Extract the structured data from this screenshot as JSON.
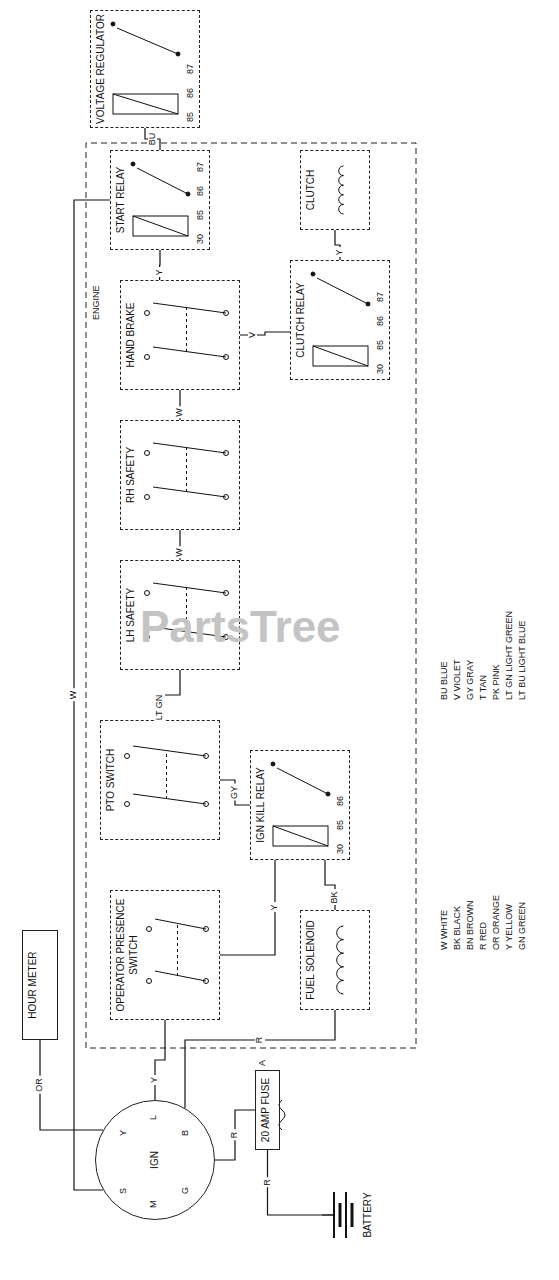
{
  "diagram": {
    "nodes": [
      {
        "text": [
          "HOUR METER"
        ]
      },
      {
        "text": [
          "IGN"
        ]
      },
      {
        "text": [
          "20 AMP FUSE"
        ]
      },
      {
        "text": [
          "BATTERY"
        ]
      },
      {
        "text": [
          "OPERATOR PRESENCE SWITCH"
        ]
      },
      {
        "text": [
          "FUEL SOLENOID"
        ]
      },
      {
        "text": [
          "IGN KILL RELAY"
        ]
      },
      {
        "text": [
          "PTO SWITCH"
        ]
      },
      {
        "text": [
          "LH SAFETY"
        ]
      },
      {
        "text": [
          "RH SAFETY"
        ]
      },
      {
        "text": [
          "HAND BRAKE"
        ]
      },
      {
        "text": [
          "START RELAY"
        ]
      },
      {
        "text": [
          "CLUTCH RELAY"
        ]
      },
      {
        "text": [
          "CLUTCH"
        ]
      },
      {
        "text": [
          "VOLTAGE REGULATOR"
        ]
      }
    ],
    "edges": [
      {
        "from": 1,
        "to": 0,
        "arrow": "none",
        "label": "OR"
      },
      {
        "from": 3,
        "to": 2,
        "arrow": "none",
        "label": "R"
      },
      {
        "from": 2,
        "to": 1,
        "arrow": "none",
        "label": "R"
      },
      {
        "from": 1,
        "to": 4,
        "arrow": "none",
        "label": "Y"
      },
      {
        "from": 1,
        "to": 5,
        "arrow": "none",
        "label": "R"
      },
      {
        "from": 4,
        "to": 6,
        "arrow": "none",
        "label": "Y"
      },
      {
        "from": 6,
        "to": 7,
        "arrow": "none",
        "label": "GY"
      },
      {
        "from": 7,
        "to": 8,
        "arrow": "none",
        "label": "LT GN"
      },
      {
        "from": 8,
        "to": 9,
        "arrow": "none",
        "label": "W"
      },
      {
        "from": 9,
        "to": 10,
        "arrow": "none",
        "label": "W"
      },
      {
        "from": 10,
        "to": 11,
        "arrow": "none",
        "label": "Y"
      },
      {
        "from": 10,
        "to": 12,
        "arrow": "none",
        "label": "V"
      },
      {
        "from": 12,
        "to": 13,
        "arrow": "none",
        "label": "Y"
      },
      {
        "from": 11,
        "to": 14,
        "arrow": "none",
        "label": "BU"
      },
      {
        "from": 5,
        "to": 6,
        "arrow": "none",
        "label": "BK"
      },
      {
        "from": 1,
        "to": 11,
        "arrow": "none",
        "label": "W"
      }
    ],
    "labels": [
      "W WHITE",
      "BK BLACK",
      "BN BROWN",
      "R RED",
      "OR ORANGE",
      "Y YELLOW",
      "GN GREEN",
      "BU BLUE",
      "V VIOLET",
      "GY GRAY",
      "T TAN",
      "PK PINK",
      "LT GN LIGHT GREEN",
      "LT BU LIGHT BLUE",
      "ENGINE",
      "S",
      "Y",
      "M",
      "L",
      "G",
      "B",
      "A",
      "30",
      "85",
      "86",
      "30",
      "85",
      "86",
      "87",
      "30",
      "85",
      "86",
      "87",
      "85",
      "86",
      "87",
      "PartsTree"
    ]
  }
}
